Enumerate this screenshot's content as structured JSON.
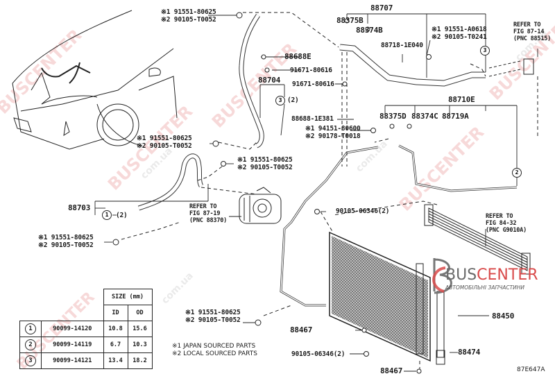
{
  "diagram": {
    "figure_code": "87E647A",
    "watermark": {
      "brand": "BUSCENTER",
      "domain": "com.ua"
    },
    "logo": {
      "brand_part1": "BUS",
      "brand_part2": "CENTER",
      "tagline": "АВТОМОБІЛЬНІ ЗАПЧАСТИНИ",
      "colors": {
        "grey": "#6a6a6a",
        "red": "#d94a4a"
      }
    },
    "parts": {
      "p88707": "88707",
      "p88375B": "88375B",
      "p88374B": "88374B",
      "p88688E": "88688E",
      "p91671_a": "91671-80616",
      "p91671_b": "91671-80616",
      "p88704": "88704",
      "p88718": "88718-1E040",
      "p88688_1E381": "88688-1E381",
      "p88710E": "88710E",
      "p88375D": "88375D",
      "p88374C": "88374C",
      "p88719A": "88719A",
      "p88703": "88703",
      "p90105_06346_top": "90105-06346(2)",
      "p90105_06346_bottom": "90105-06346(2)",
      "p88467_a": "88467",
      "p88467_b": "88467",
      "p88450": "88450",
      "p88474": "88474",
      "qty_2_a": "(2)",
      "qty_2_b": "(2)"
    },
    "bolt_pairs": [
      {
        "j": "※1 91551-80625",
        "l": "※2 90105-T0052"
      },
      {
        "j": "※1 91551-A0618",
        "l": "※2 90105-T0241"
      },
      {
        "j": "※1 94151-80600",
        "l": "※2 90178-T0018"
      },
      {
        "j": "※1 91551-80625",
        "l": "※2 90105-T0052"
      },
      {
        "j": "※1 91551-80625",
        "l": "※2 90105-T0052"
      },
      {
        "j": "※1 91551-80625",
        "l": "※2 90105-T0052"
      },
      {
        "j": "※1 91551-80625",
        "l": "※2 90105-T0052"
      }
    ],
    "refer_to": [
      {
        "l1": "REFER TO",
        "l2": "FIG 87-14",
        "l3": "(PNC 88515)"
      },
      {
        "l1": "REFER TO",
        "l2": "FIG 87-19",
        "l3": "(PNC 88370)"
      },
      {
        "l1": "REFER TO",
        "l2": "FIG 84-32",
        "l3": "(PNC G9010A)"
      }
    ],
    "callouts": {
      "c1": "1",
      "c2": "2",
      "c3": "3"
    },
    "legend": {
      "japan": "※1 JAPAN SOURCED PARTS",
      "local": "※2 LOCAL SOURCED PARTS"
    },
    "size_table": {
      "header": "SIZE (mm)",
      "col_id": "ID",
      "col_od": "OD",
      "rows": [
        {
          "mark": "1",
          "part": "90099-14120",
          "id": "10.8",
          "od": "15.6"
        },
        {
          "mark": "2",
          "part": "90099-14119",
          "id": "6.7",
          "od": "10.3"
        },
        {
          "mark": "3",
          "part": "90099-14121",
          "id": "13.4",
          "od": "18.2"
        }
      ]
    }
  }
}
